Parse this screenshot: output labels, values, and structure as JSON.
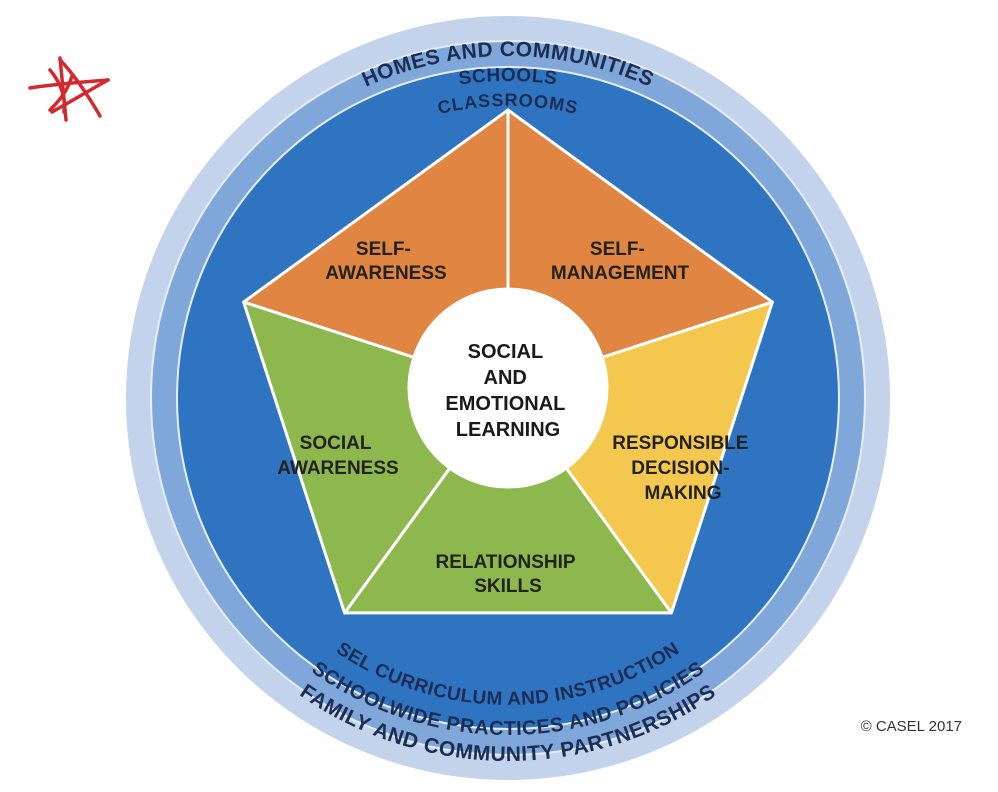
{
  "colors": {
    "outer_ring": "#c3d3ec",
    "middle_ring": "#80a7da",
    "inner_ring": "#2f74c0",
    "self_awareness": "#e18543",
    "self_management": "#e18543",
    "responsible_decision_making": "#f4c84e",
    "relationship_skills": "#8db84e",
    "social_awareness": "#8db84e",
    "center": "#ffffff",
    "ring_text": "#1c2d54",
    "annotation_star": "#d2282e"
  },
  "rings": {
    "outer": {
      "top_label": "HOMES AND COMMUNITIES",
      "bottom_label": "FAMILY AND COMMUNITY PARTNERSHIPS"
    },
    "middle": {
      "top_label": "SCHOOLS",
      "bottom_label": "SCHOOLWIDE PRACTICES AND POLICIES"
    },
    "inner": {
      "top_label": "CLASSROOMS",
      "bottom_label": "SEL CURRICULUM AND INSTRUCTION"
    }
  },
  "competencies": [
    {
      "id": "self-awareness",
      "lines": [
        "SELF-",
        "AWARENESS"
      ]
    },
    {
      "id": "self-management",
      "lines": [
        "SELF-",
        "MANAGEMENT"
      ]
    },
    {
      "id": "responsible-decision-making",
      "lines": [
        "RESPONSIBLE",
        "DECISION-",
        "MAKING"
      ]
    },
    {
      "id": "relationship-skills",
      "lines": [
        "RELATIONSHIP",
        "SKILLS"
      ]
    },
    {
      "id": "social-awareness",
      "lines": [
        "SOCIAL",
        "AWARENESS"
      ]
    }
  ],
  "center": {
    "lines": [
      "SOCIAL",
      "AND",
      "EMOTIONAL",
      "LEARNING"
    ]
  },
  "copyright": "© CASEL 2017",
  "annotation": {
    "icon": "hand-drawn-star-icon"
  }
}
